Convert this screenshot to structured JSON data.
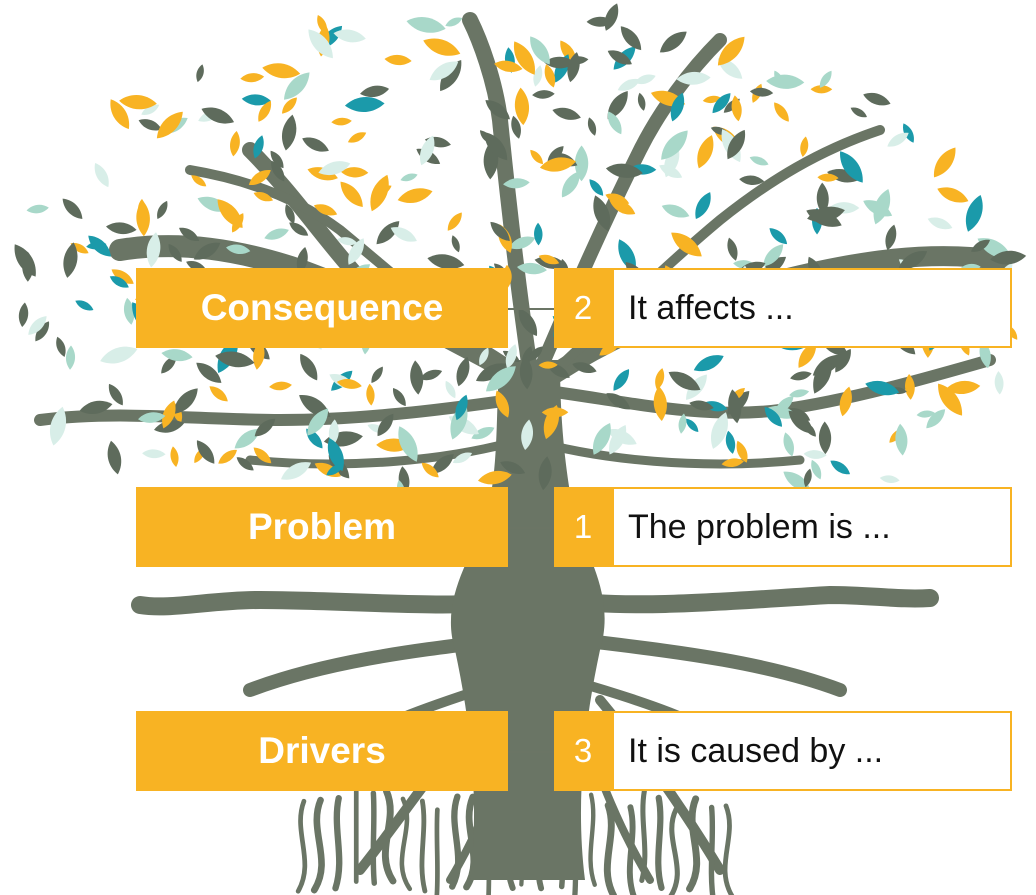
{
  "colors": {
    "trunk": "#6a7565",
    "leaf_dark": "#5e6b5c",
    "leaf_teal": "#1b9aaa",
    "leaf_gold": "#f8b323",
    "leaf_mint": "#a8d8c9",
    "leaf_pale": "#d8eee8",
    "label_fill": "#f8b323",
    "label_text": "#ffffff"
  },
  "rows": [
    {
      "id": "consequence",
      "label": "Consequence",
      "number": "2",
      "text": "It affects ..."
    },
    {
      "id": "problem",
      "label": "Problem",
      "number": "1",
      "text": "The problem is ..."
    },
    {
      "id": "drivers",
      "label": "Drivers",
      "number": "3",
      "text": "It is caused by ..."
    }
  ]
}
